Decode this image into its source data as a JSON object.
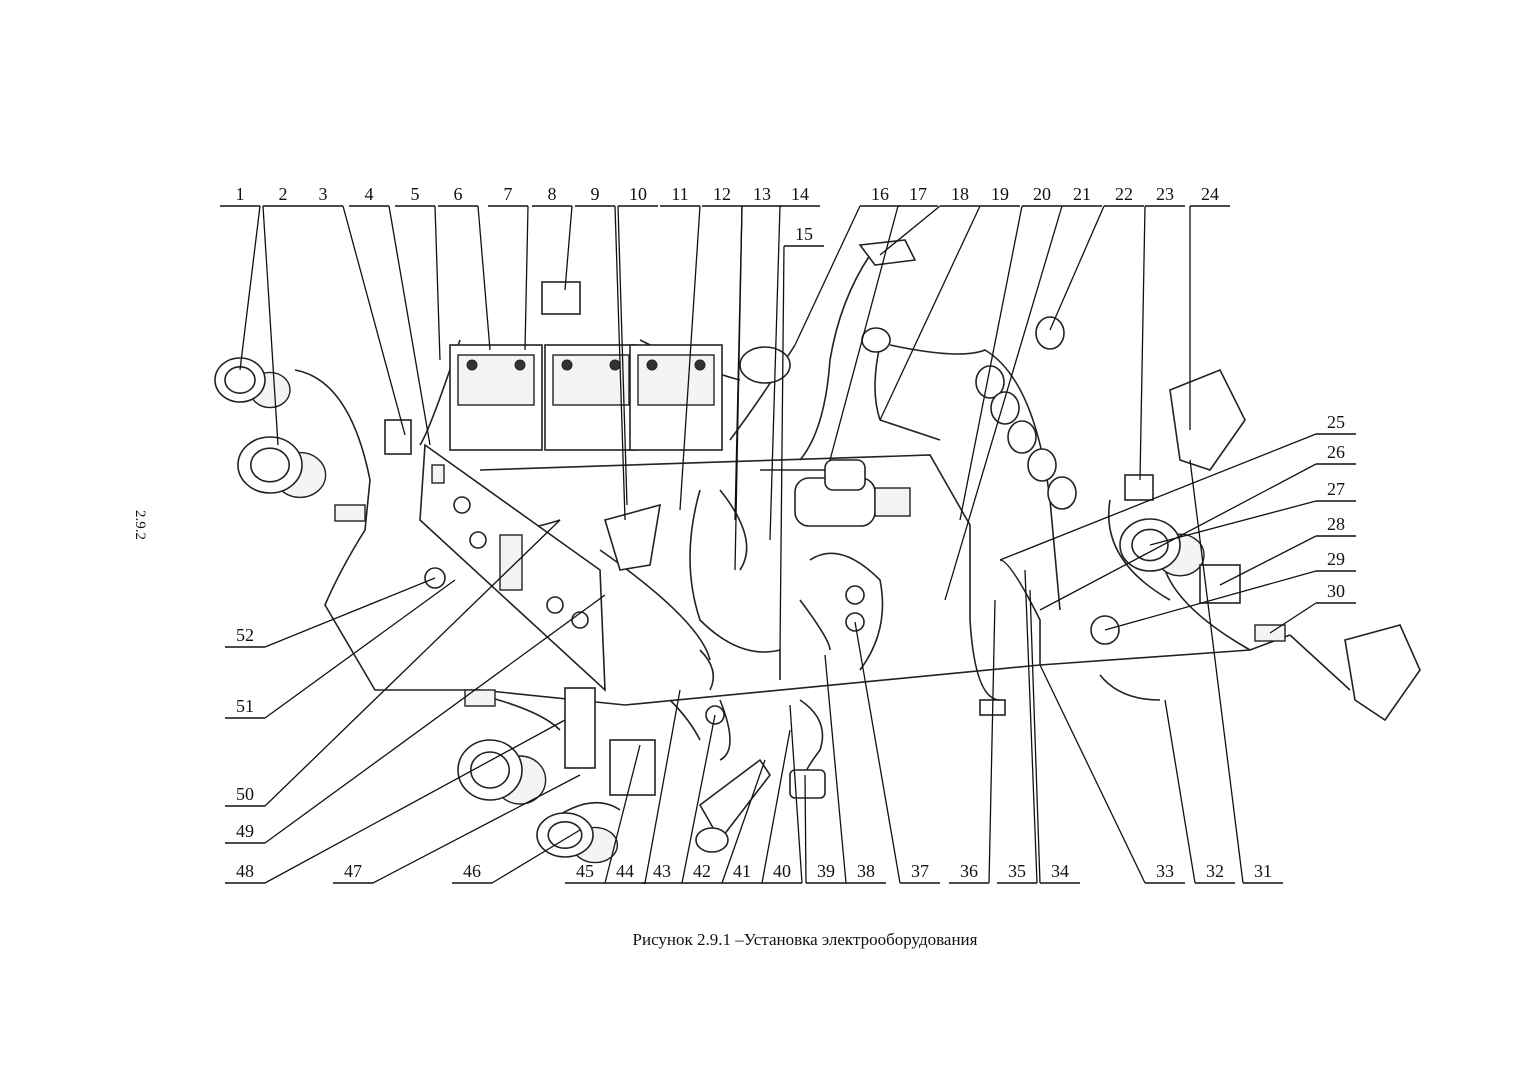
{
  "page_number": "2.9.2",
  "caption": "Рисунок 2.9.1 –Установка электрооборудования",
  "callouts": [
    "1",
    "2",
    "3",
    "4",
    "5",
    "6",
    "7",
    "8",
    "9",
    "10",
    "11",
    "12",
    "13",
    "14",
    "15",
    "16",
    "17",
    "18",
    "19",
    "20",
    "21",
    "22",
    "23",
    "24",
    "25",
    "26",
    "27",
    "28",
    "29",
    "30",
    "31",
    "32",
    "33",
    "34",
    "35",
    "36",
    "37",
    "38",
    "39",
    "40",
    "41",
    "42",
    "43",
    "44",
    "45",
    "46",
    "47",
    "48",
    "49",
    "50",
    "51",
    "52"
  ],
  "icons": [
    "headlight-icon",
    "battery-icon",
    "control-panel-icon",
    "wiring-harness-icon",
    "gauge-icon",
    "starter-motor-icon",
    "switch-icon",
    "connector-icon"
  ]
}
